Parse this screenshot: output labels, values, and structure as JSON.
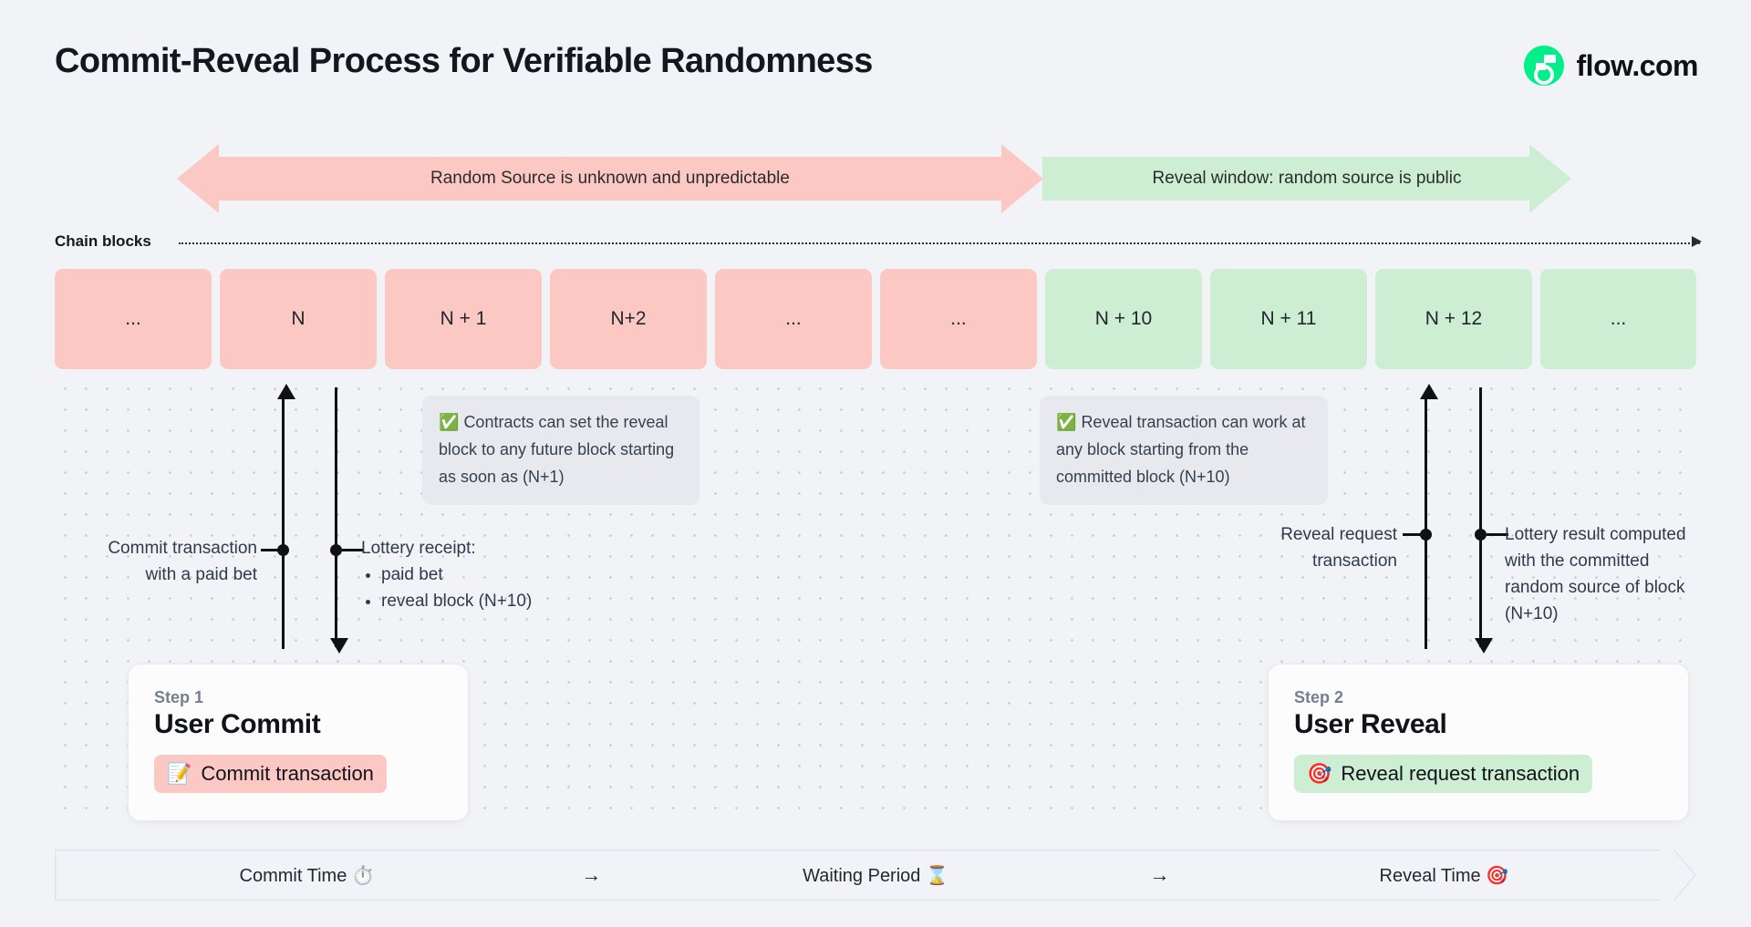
{
  "header": {
    "title": "Commit-Reveal Process for Verifiable Randomness",
    "brand_name": "flow.com",
    "brand_icon": "flow-logo-icon",
    "brand_color": "#00EF8B"
  },
  "colors": {
    "page_background": "#F1F3F7",
    "pink": "#FCC8C3",
    "green": "#CDEED2",
    "callout_background": "#E7E9EE",
    "ink": "#2F3A4A"
  },
  "banners": [
    {
      "label": "Random Source is unknown and unpredictable",
      "color": "#FCC8C3",
      "direction": "both"
    },
    {
      "label": "Reveal window: random source is public",
      "color": "#CDEED2",
      "direction": "right"
    }
  ],
  "chain": {
    "label": "Chain blocks",
    "blocks": [
      {
        "label": "...",
        "color": "pink"
      },
      {
        "label": "N",
        "color": "pink"
      },
      {
        "label": "N + 1",
        "color": "pink"
      },
      {
        "label": "N+2",
        "color": "pink"
      },
      {
        "label": "...",
        "color": "pink"
      },
      {
        "label": "...",
        "color": "pink"
      },
      {
        "label": "N + 10",
        "color": "green"
      },
      {
        "label": "N + 11",
        "color": "green"
      },
      {
        "label": "N + 12",
        "color": "green"
      },
      {
        "label": "...",
        "color": "green"
      }
    ]
  },
  "callouts": [
    {
      "icon": "check-mark-button-emoji",
      "emoji": "✅",
      "text": "Contracts can set the reveal block to any future block starting as soon as (N+1)"
    },
    {
      "icon": "check-mark-button-emoji",
      "emoji": "✅",
      "text": "Reveal transaction can work at any block starting from the committed block (N+10)"
    }
  ],
  "annotations": {
    "commit_transaction": "Commit transaction\nwith a paid bet",
    "commit_transaction_line1": "Commit transaction",
    "commit_transaction_line2": "with a paid bet",
    "lottery_receipt_title": "Lottery receipt:",
    "lottery_receipt_items": [
      "paid bet",
      "reveal block (N+10)"
    ],
    "reveal_request_line1": "Reveal request",
    "reveal_request_line2": "transaction",
    "lottery_result": "Lottery result computed with the committed random source of block (N+10)"
  },
  "steps": [
    {
      "step": "Step 1",
      "name": "User Commit",
      "pill_label": "Commit transaction",
      "pill_emoji": "📝",
      "pill_icon": "memo-emoji",
      "pill_color": "#FCC8C3"
    },
    {
      "step": "Step 2",
      "name": "User Reveal",
      "pill_label": "Reveal request transaction",
      "pill_emoji": "🎯",
      "pill_icon": "direct-hit-emoji",
      "pill_color": "#CDEED2"
    }
  ],
  "timeline": {
    "phases": [
      {
        "label": "Commit Time",
        "emoji": "⏱️",
        "icon": "stopwatch-emoji"
      },
      {
        "label": "Waiting Period",
        "emoji": "⌛",
        "icon": "hourglass-emoji"
      },
      {
        "label": "Reveal Time",
        "emoji": "🎯",
        "icon": "direct-hit-emoji"
      }
    ],
    "separator": "→"
  }
}
